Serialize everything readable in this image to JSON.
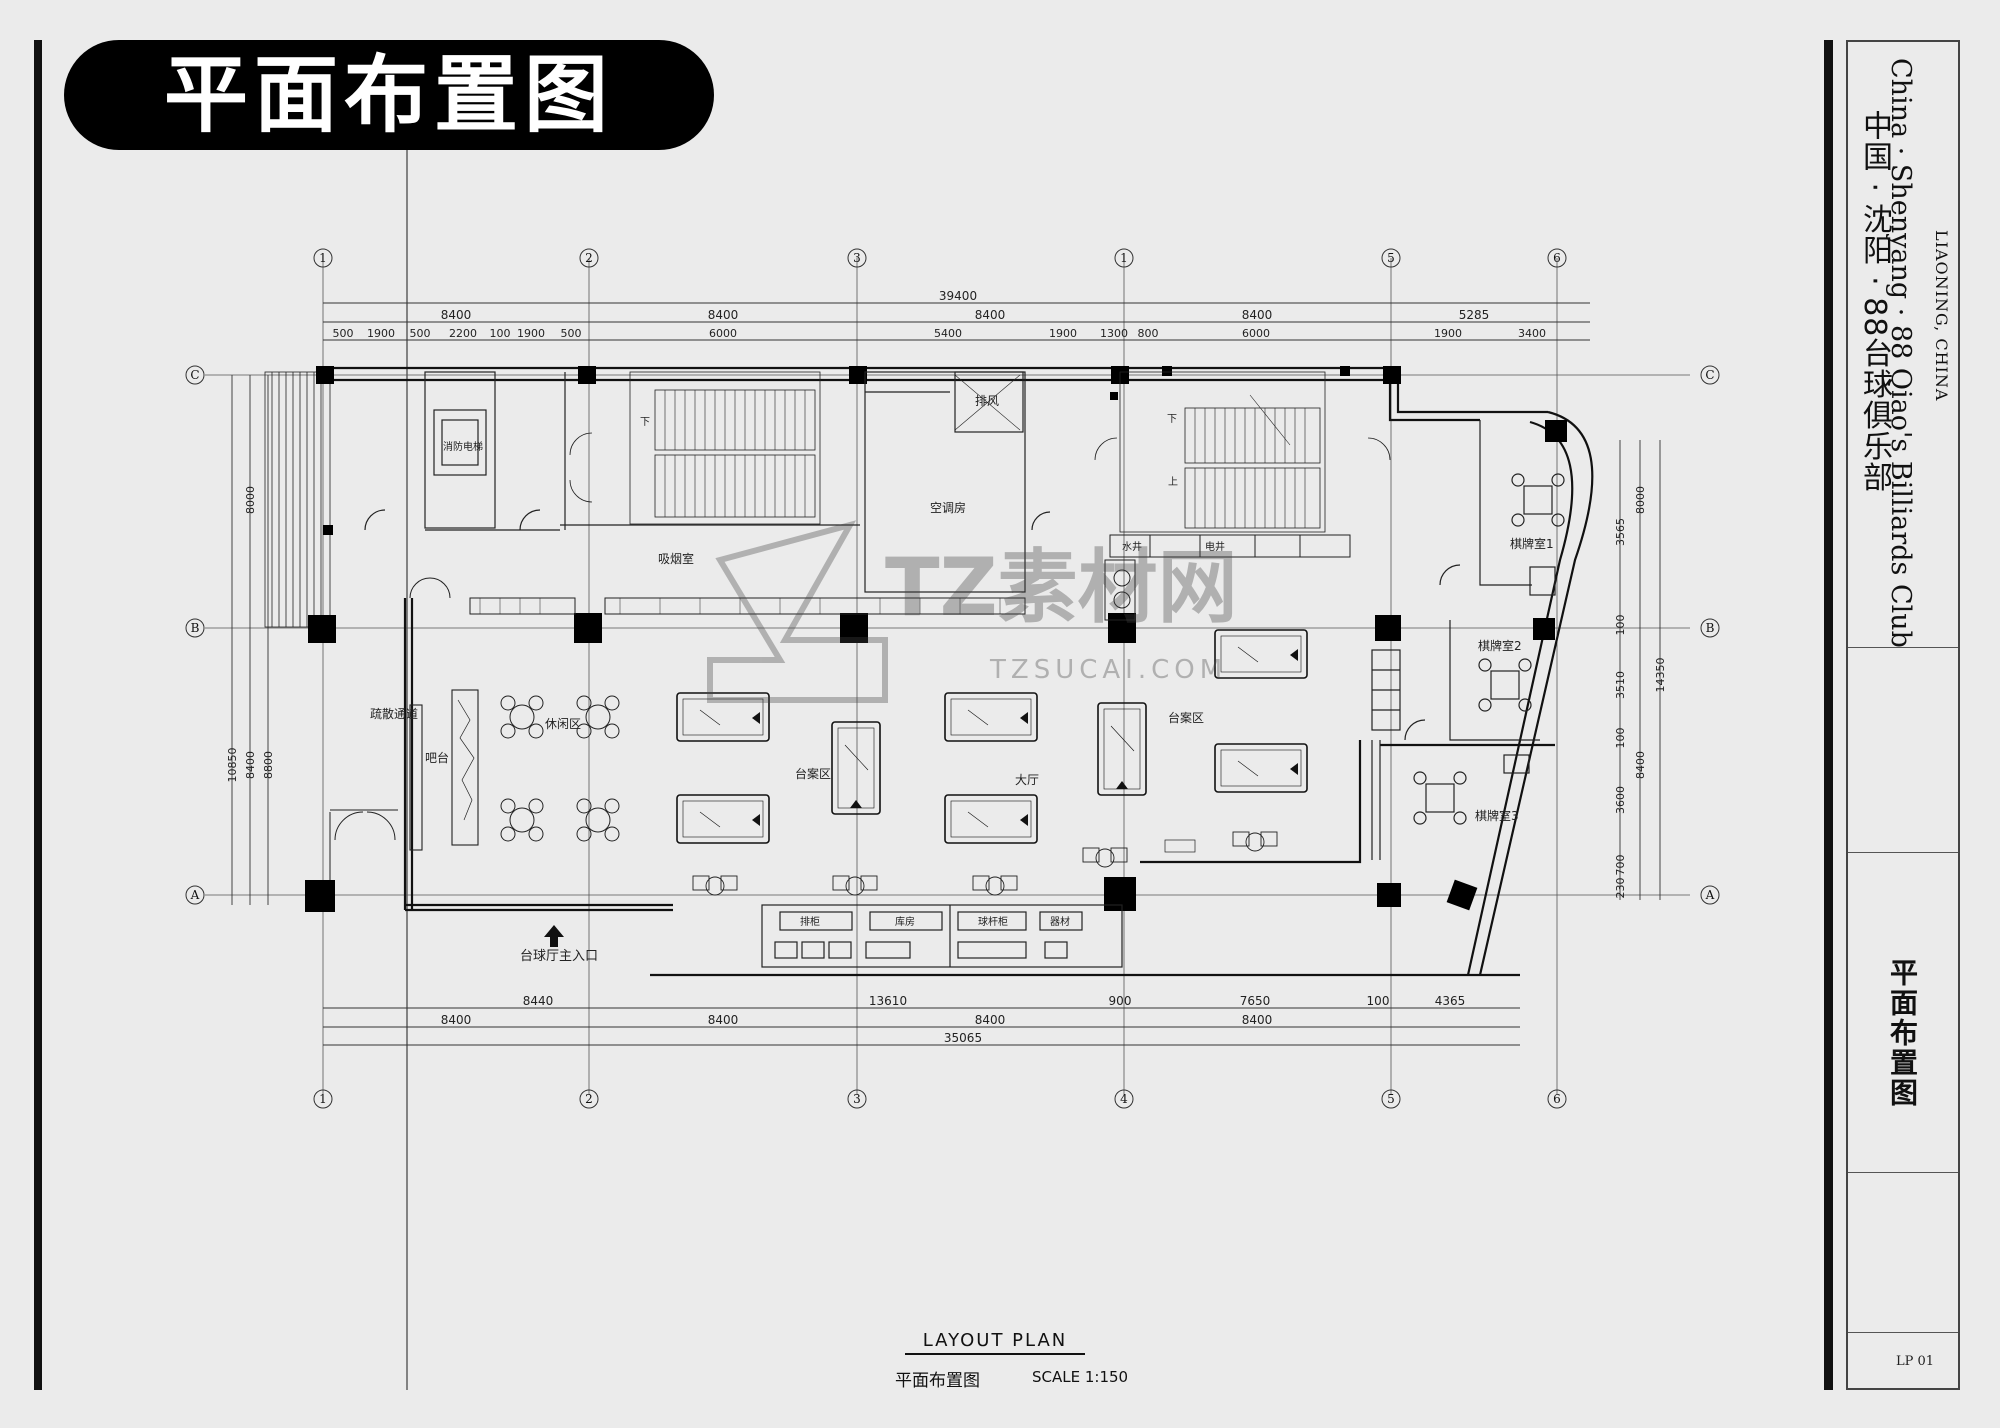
{
  "header": {
    "title": "平面布置图"
  },
  "title_block": {
    "project_cn": "中国 · 沈阳 · 88台球俱乐部",
    "project_en": "China · Shenyang · 88 Qiao's Billiards Club",
    "location": "LIAONING, CHINA",
    "sheet_name": "平面布置图",
    "sheet_no": "LP 01"
  },
  "plan": {
    "grid_top": [
      "1",
      "2",
      "3",
      "1",
      "5",
      "6"
    ],
    "grid_bottom": [
      "1",
      "2",
      "3",
      "4",
      "5",
      "6"
    ],
    "grid_rows": [
      "C",
      "B",
      "A"
    ],
    "dim_overall_top": "39400",
    "dim_top_bays": [
      "8400",
      "8400",
      "8400",
      "8400",
      "5285"
    ],
    "dim_top_detail": [
      "500",
      "1900",
      "500",
      "2200",
      "100",
      "1900",
      "500",
      "6000",
      "5400",
      "1900",
      "1300",
      "800",
      "6000",
      "1900",
      "3400"
    ],
    "dim_bottom_detail": [
      "8440",
      "13610",
      "900",
      "7650",
      "100",
      "4365"
    ],
    "dim_bottom_bays": [
      "8400",
      "8400",
      "8400",
      "8400"
    ],
    "dim_bottom_overall": "35065",
    "dim_left": [
      "8000",
      "10850",
      "8400",
      "8800"
    ],
    "dim_right": [
      "3565",
      "8000",
      "100",
      "3510",
      "100",
      "3600",
      "700",
      "230",
      "14350",
      "8400"
    ],
    "rooms": {
      "hall": "大厅",
      "table_area": "台案区",
      "table_area_2": "台案区",
      "leisure": "休闲区",
      "bar": "吧台",
      "vip1": "棋牌室1",
      "vip2": "棋牌室2",
      "vip3": "棋牌室3",
      "corridor": "疏散通道",
      "smoke": "吸烟室",
      "exhaust": "排风",
      "machine": "空调房",
      "entrance": "台球厅主入口",
      "lift": "消防电梯",
      "stair_dn": "下",
      "stair_up": "上",
      "water": "水井",
      "elec": "电井",
      "cabinet": "排柜",
      "store": "库房",
      "shop": "器材",
      "cue": "球杆柜"
    },
    "watermark": {
      "brand": "TZ素材网",
      "url": "TZSUCAI.COM"
    }
  },
  "drawing": {
    "title": "LAYOUT  PLAN",
    "subtitle": "平面布置图",
    "scale": "SCALE 1:150"
  }
}
